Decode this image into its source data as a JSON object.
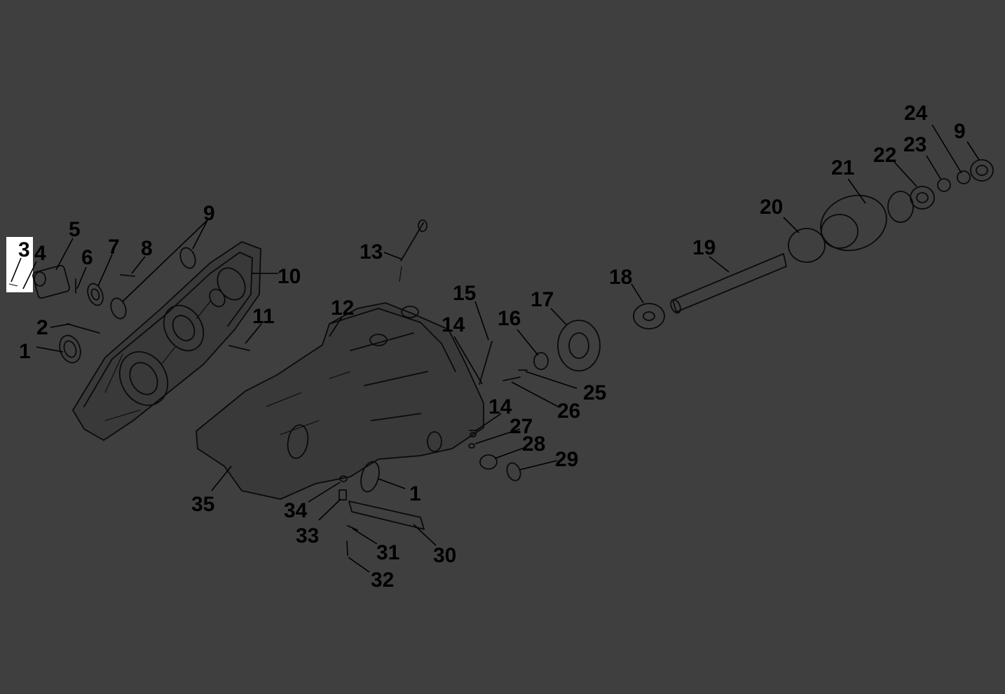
{
  "diagram": {
    "highlighted_callout": "3",
    "colors": {
      "background": "#3f3f3f",
      "ink": "#000000",
      "highlight": "#ffffff"
    },
    "callouts": [
      {
        "id": "c1a",
        "label": "1"
      },
      {
        "id": "c2",
        "label": "2"
      },
      {
        "id": "c3",
        "label": "3"
      },
      {
        "id": "c4",
        "label": "4"
      },
      {
        "id": "c5",
        "label": "5"
      },
      {
        "id": "c6",
        "label": "6"
      },
      {
        "id": "c7",
        "label": "7"
      },
      {
        "id": "c8",
        "label": "8"
      },
      {
        "id": "c9a",
        "label": "9"
      },
      {
        "id": "c10",
        "label": "10"
      },
      {
        "id": "c11",
        "label": "11"
      },
      {
        "id": "c12",
        "label": "12"
      },
      {
        "id": "c13",
        "label": "13"
      },
      {
        "id": "c14a",
        "label": "14"
      },
      {
        "id": "c14b",
        "label": "14"
      },
      {
        "id": "c15",
        "label": "15"
      },
      {
        "id": "c16",
        "label": "16"
      },
      {
        "id": "c17",
        "label": "17"
      },
      {
        "id": "c18",
        "label": "18"
      },
      {
        "id": "c19",
        "label": "19"
      },
      {
        "id": "c20",
        "label": "20"
      },
      {
        "id": "c21",
        "label": "21"
      },
      {
        "id": "c22",
        "label": "22"
      },
      {
        "id": "c23",
        "label": "23"
      },
      {
        "id": "c24",
        "label": "24"
      },
      {
        "id": "c9b",
        "label": "9"
      },
      {
        "id": "c25",
        "label": "25"
      },
      {
        "id": "c26",
        "label": "26"
      },
      {
        "id": "c27",
        "label": "27"
      },
      {
        "id": "c28",
        "label": "28"
      },
      {
        "id": "c29",
        "label": "29"
      },
      {
        "id": "c1b",
        "label": "1"
      },
      {
        "id": "c30",
        "label": "30"
      },
      {
        "id": "c31",
        "label": "31"
      },
      {
        "id": "c32",
        "label": "32"
      },
      {
        "id": "c33",
        "label": "33"
      },
      {
        "id": "c34",
        "label": "34"
      },
      {
        "id": "c35",
        "label": "35"
      }
    ]
  }
}
